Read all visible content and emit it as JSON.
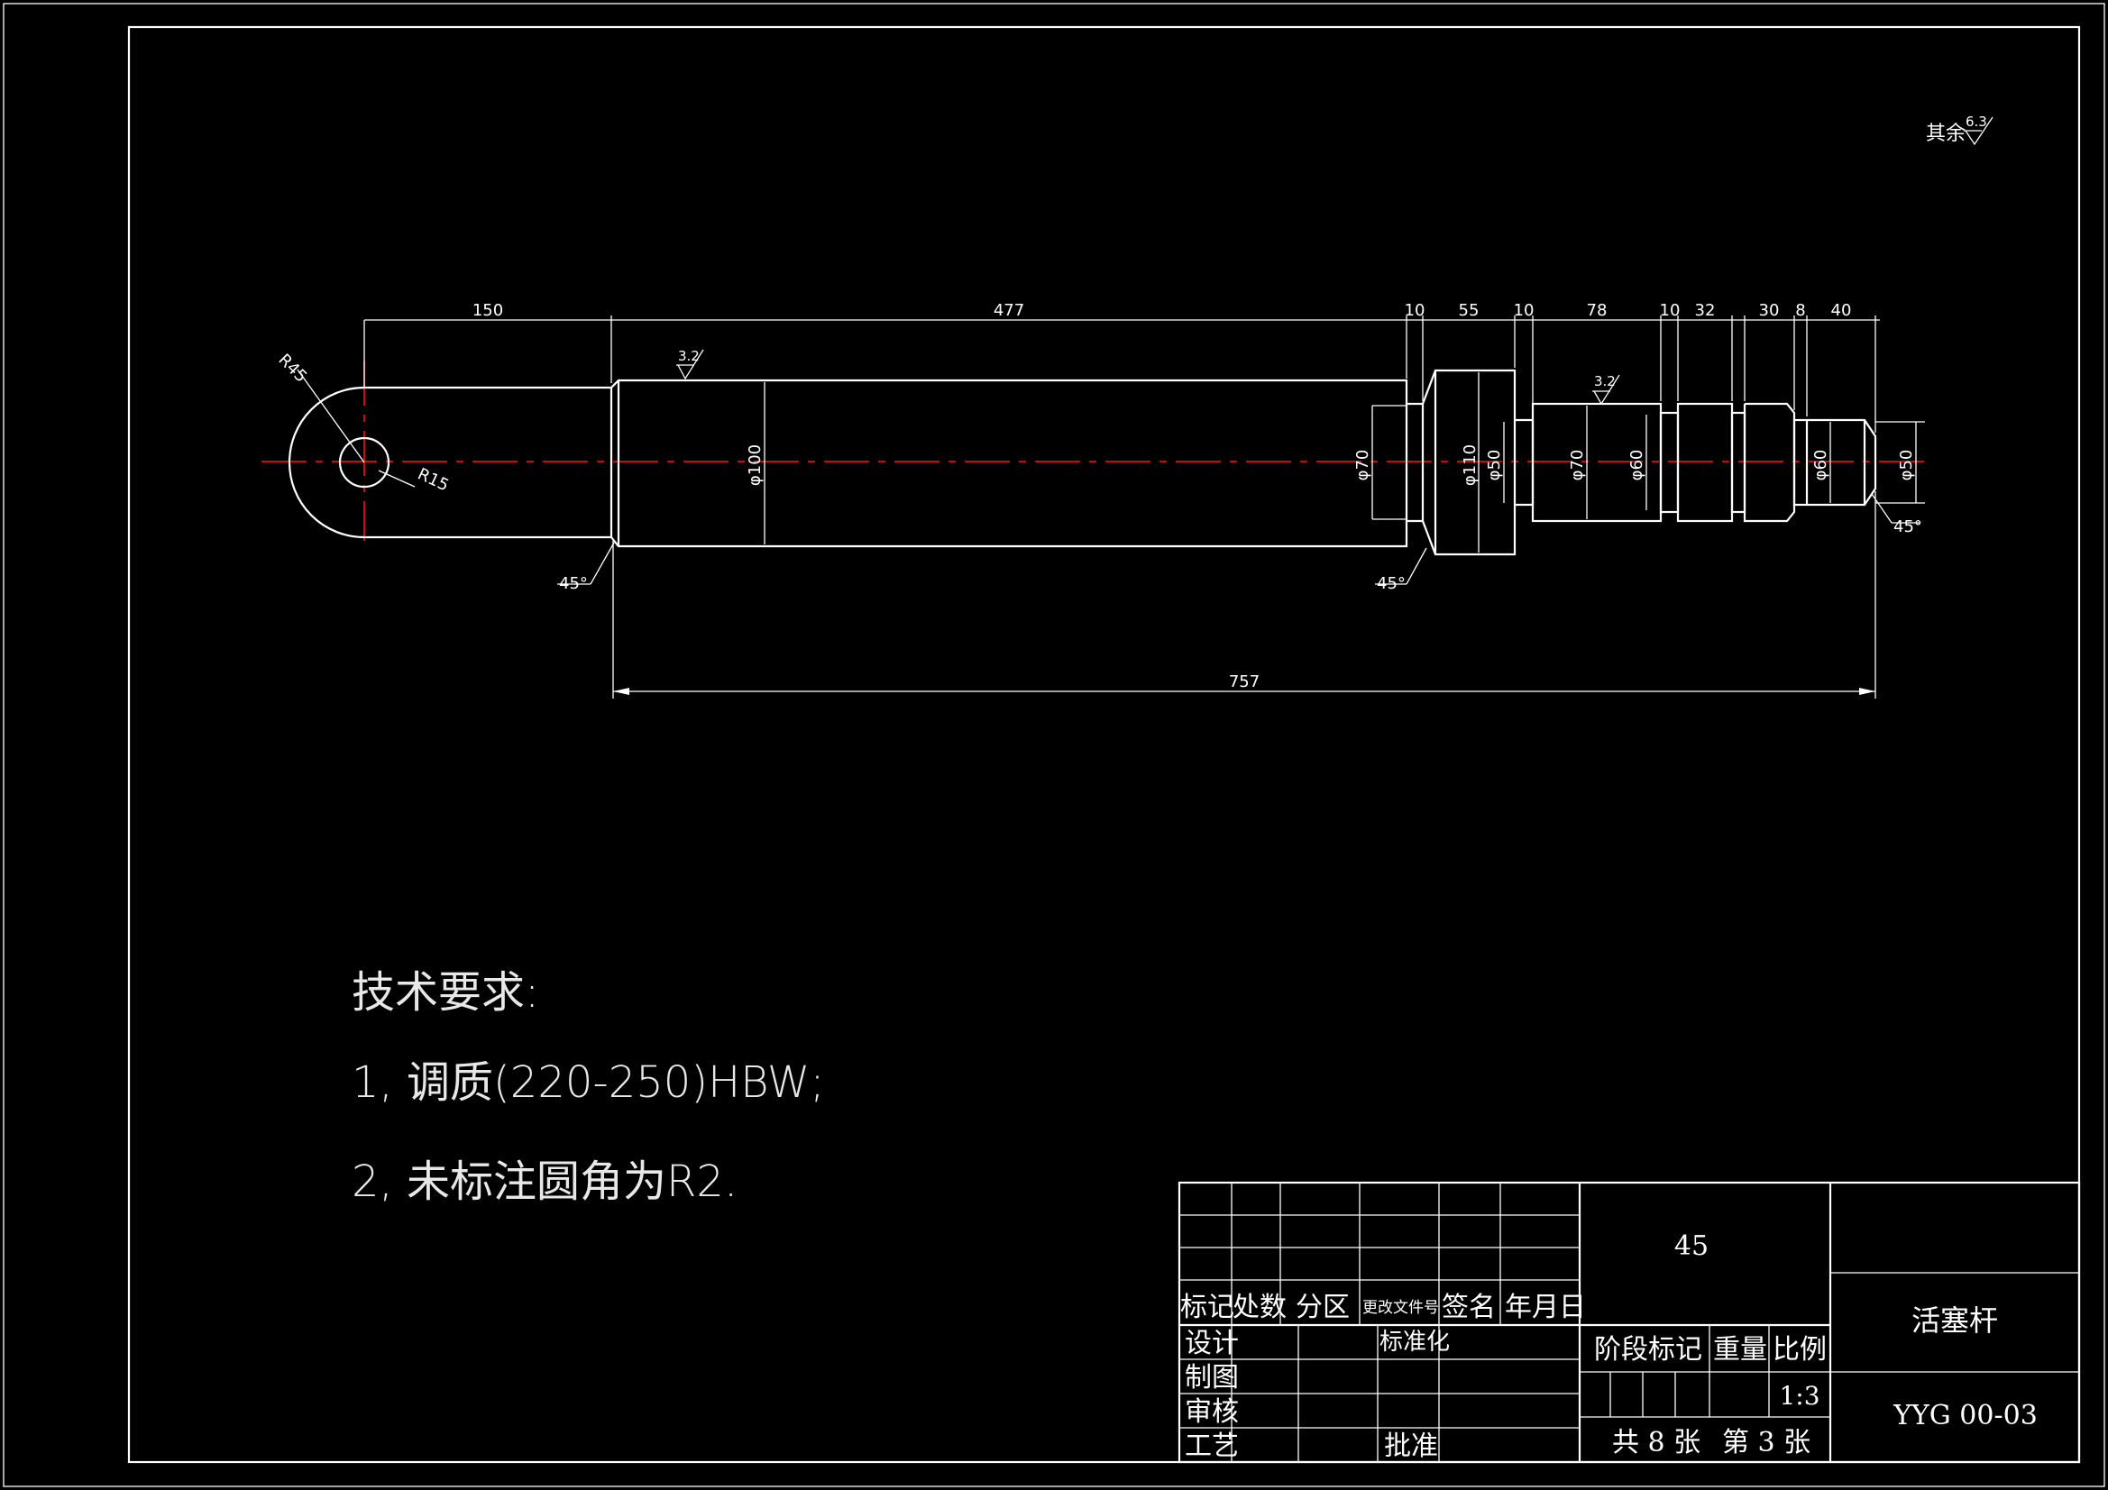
{
  "drawing": {
    "part_name": "活塞杆",
    "drawing_no": "YYG 00-03",
    "material": "45",
    "scale": "1:3",
    "sheet_total_text": "共 8 张",
    "sheet_index_text": "第 3 张",
    "surface_finish_note": "其余",
    "surface_finish_value": "6.3"
  },
  "dimensions": {
    "lengths": [
      "150",
      "477",
      "10",
      "55",
      "10",
      "78",
      "10",
      "32",
      "30",
      "8",
      "40"
    ],
    "overall": "757",
    "diameters": [
      "φ100",
      "φ70",
      "φ110",
      "φ50",
      "φ70",
      "φ60",
      "φ60",
      "φ50"
    ],
    "radii": [
      "R45",
      "R15"
    ],
    "chamfers": [
      "45°",
      "45°",
      "45°"
    ],
    "roughness": [
      "3.2",
      "3.2"
    ]
  },
  "tech_requirements": {
    "title": "技术要求:",
    "items": [
      "1, 调质(220-250)HBW;",
      "2, 未标注圆角为R2."
    ]
  },
  "title_block": {
    "headers": [
      "标记",
      "处数",
      "分区",
      "更改文件号",
      "签名",
      "年月日"
    ],
    "roles": [
      "设计",
      "制图",
      "审核",
      "工艺"
    ],
    "standardization": "标准化",
    "approve": "批准",
    "stage_mark": "阶段标记",
    "weight": "重量",
    "ratio": "比例"
  }
}
